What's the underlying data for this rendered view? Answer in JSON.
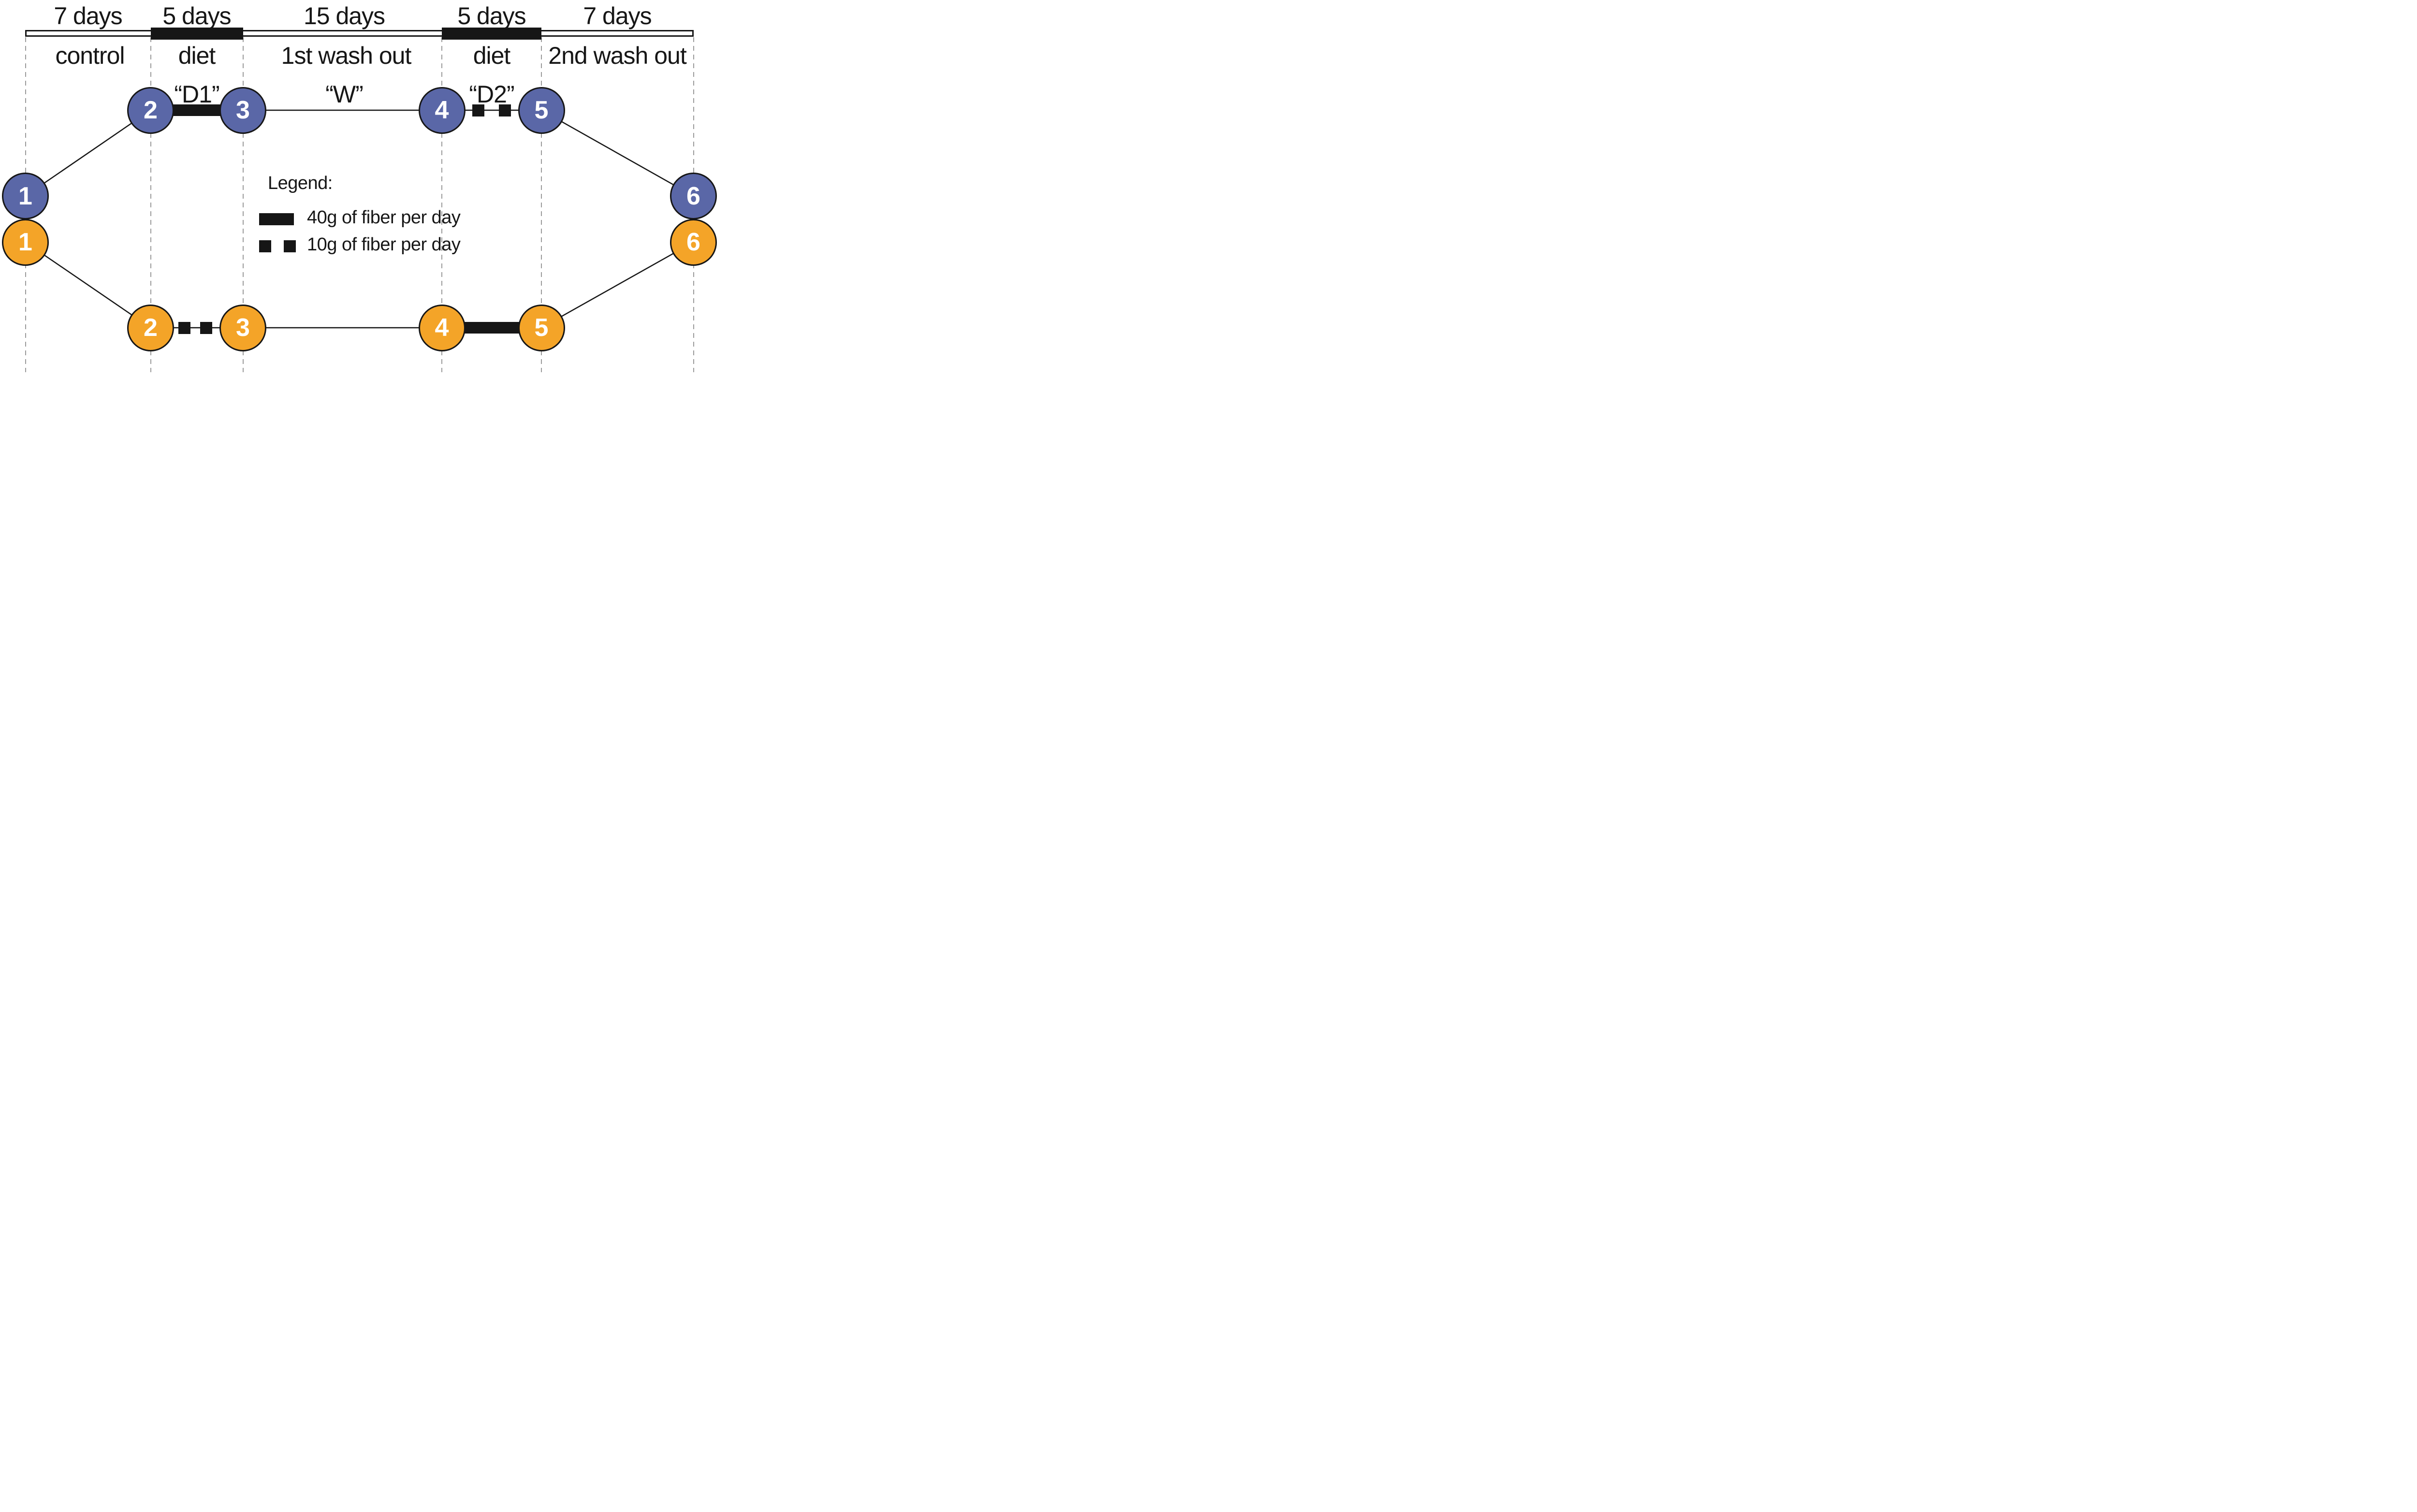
{
  "colors": {
    "ink": "#161616",
    "guide_line": "#9B9B9B",
    "group_a_fill": "#5A67A7",
    "group_b_fill": "#F4A428"
  },
  "timeline": {
    "phases": [
      {
        "duration": "7 days",
        "label": "control",
        "code": ""
      },
      {
        "duration": "5 days",
        "label": "diet",
        "code": "“D1”"
      },
      {
        "duration": "15 days",
        "label": "1st wash out",
        "code": "“W”"
      },
      {
        "duration": "5 days",
        "label": "diet",
        "code": "“D2”"
      },
      {
        "duration": "7 days",
        "label": "2nd wash out",
        "code": ""
      }
    ]
  },
  "nodes": {
    "group_a": [
      "1",
      "2",
      "3",
      "4",
      "5",
      "6"
    ],
    "group_b": [
      "1",
      "2",
      "3",
      "4",
      "5",
      "6"
    ]
  },
  "legend": {
    "title": "Legend:",
    "items": [
      {
        "marker": "solid-bar",
        "label": "40g of fiber per day"
      },
      {
        "marker": "two-squares",
        "label": "10g of fiber per day"
      }
    ]
  }
}
